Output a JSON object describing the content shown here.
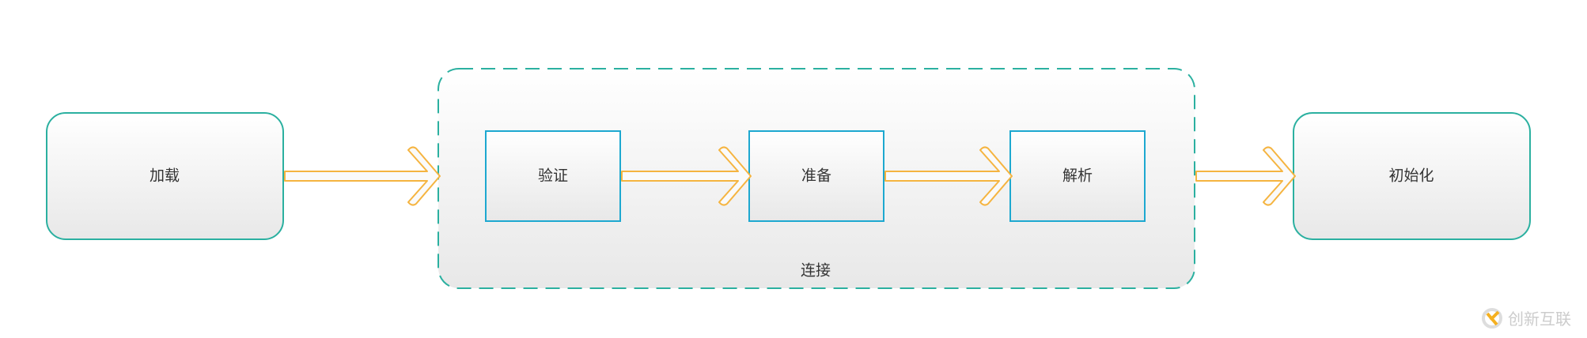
{
  "nodes": {
    "load": "加载",
    "verify": "验证",
    "prepare": "准备",
    "resolve": "解析",
    "init": "初始化"
  },
  "group_label": "连接",
  "watermark": "创新互联",
  "colors": {
    "teal": "#2bb0a0",
    "blue": "#1da8d0",
    "arrow": "#f5b440"
  }
}
